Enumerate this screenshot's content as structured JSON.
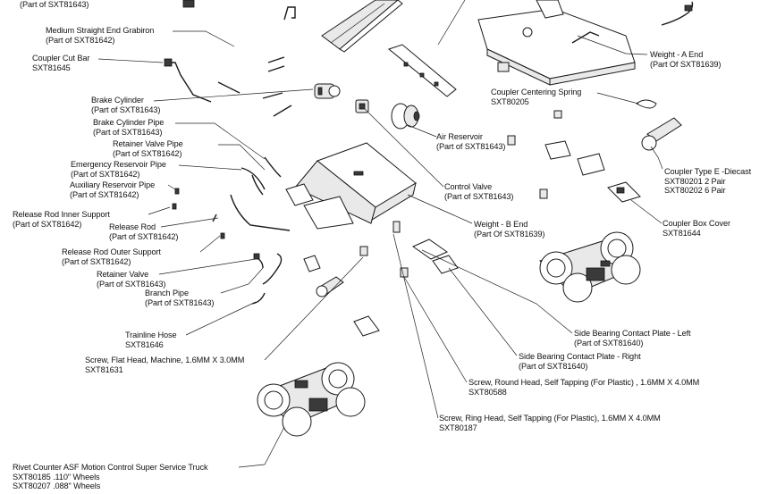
{
  "labels": {
    "top_cut": [
      "(Part of SXT81643)"
    ],
    "end_grabiron": [
      "Medium Straight End Grabiron",
      "(Part of SXT81642)"
    ],
    "cut_bar": [
      "Coupler Cut Bar",
      "SXT81645"
    ],
    "brake_cylinder": [
      "Brake Cylinder",
      "(Part of SXT81643)"
    ],
    "brake_pipe": [
      "Brake Cylinder Pipe",
      "(Part of SXT81643)"
    ],
    "retainer_pipe": [
      "Retainer Valve Pipe",
      "(Part of SXT81642)"
    ],
    "emergency_pipe": [
      "Emergency Reservoir Pipe",
      "(Part of SXT81642)"
    ],
    "auxiliary_pipe": [
      "Auxiliary Reservoir Pipe",
      "(Part of SXT81642)"
    ],
    "release_inner": [
      "Release Rod Inner Support",
      "(Part of SXT81642)"
    ],
    "release_rod": [
      "Release Rod",
      "(Part of SXT81642)"
    ],
    "release_outer": [
      "Release Rod Outer Support",
      "(Part of SXT81642)"
    ],
    "retainer_valve": [
      "Retainer Valve",
      "(Part of SXT81643)"
    ],
    "branch_pipe": [
      "Branch Pipe",
      "(Part of SXT81643)"
    ],
    "trainline": [
      "Trainline Hose",
      "SXT81646"
    ],
    "screw_flat": [
      "Screw, Flat Head, Machine, 1.6MM X 3.0MM",
      "SXT81631"
    ],
    "truck": [
      "Rivet Counter ASF Motion Control Super Service Truck",
      "SXT80185 .110\" Wheels",
      "SXT80207 .088\" Wheels"
    ],
    "weight_a": [
      "Weight - A End",
      "(Part Of SXT81639)"
    ],
    "centering_spring": [
      "Coupler Centering Spring",
      "SXT80205"
    ],
    "air_reservoir": [
      "Air Reservoir",
      "(Part of SXT81643)"
    ],
    "control_valve": [
      "Control Valve",
      "(Part of SXT81643)"
    ],
    "coupler": [
      "Coupler Type E -Diecast",
      "SXT80201 2 Pair",
      "SXT80202 6 Pair"
    ],
    "weight_b": [
      "Weight - B End",
      "(Part Of SXT81639)"
    ],
    "coupler_box": [
      "Coupler Box Cover",
      "SXT81644"
    ],
    "bearing_left": [
      "Side Bearing Contact Plate - Left",
      "(Part of SXT81640)"
    ],
    "bearing_right": [
      "Side Bearing Contact Plate - Right",
      "(Part of SXT81640)"
    ],
    "screw_round": [
      "Screw, Round Head, Self Tapping (For Plastic) , 1.6MM X 4.0MM",
      "SXT80588"
    ],
    "screw_ring": [
      "Screw, Ring Head, Self Tapping (For Plastic), 1.6MM X 4.0MM",
      "SXT80187"
    ]
  }
}
